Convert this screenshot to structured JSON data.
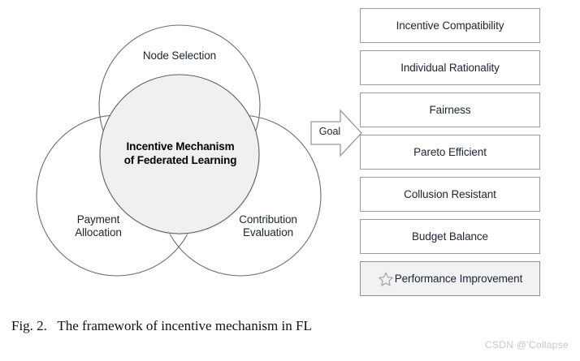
{
  "figure": {
    "caption": "Fig. 2.   The framework of incentive mechanism in FL",
    "watermark": "CSDN @'Collapse"
  },
  "venn": {
    "center_label": "Incentive Mechanism\nof Federated Learning",
    "circles": [
      {
        "id": "node-selection",
        "label": "Node Selection"
      },
      {
        "id": "payment-allocation",
        "label": "Payment\nAllocation"
      },
      {
        "id": "contribution-evaluation",
        "label": "Contribution\nEvaluation"
      }
    ],
    "colors": {
      "circle_stroke": "#6b6b6b",
      "center_fill": "#f0f0f0",
      "center_stroke": "#5e5e5e"
    }
  },
  "arrow": {
    "label": "Goal",
    "icon": "right-block-arrow-icon",
    "stroke": "#9a9a9a"
  },
  "goals": {
    "items": [
      {
        "label": "Incentive Compatibility",
        "highlighted": false,
        "icon": null
      },
      {
        "label": "Individual Rationality",
        "highlighted": false,
        "icon": null
      },
      {
        "label": "Fairness",
        "highlighted": false,
        "icon": null
      },
      {
        "label": "Pareto Efficient",
        "highlighted": false,
        "icon": null
      },
      {
        "label": "Collusion Resistant",
        "highlighted": false,
        "icon": null
      },
      {
        "label": "Budget Balance",
        "highlighted": false,
        "icon": null
      },
      {
        "label": "Performance Improvement",
        "highlighted": true,
        "icon": "star-outline-icon"
      }
    ],
    "colors": {
      "border": "#9a9a9a",
      "highlight_fill": "#f2f2f2",
      "text": "#1b2430"
    }
  }
}
